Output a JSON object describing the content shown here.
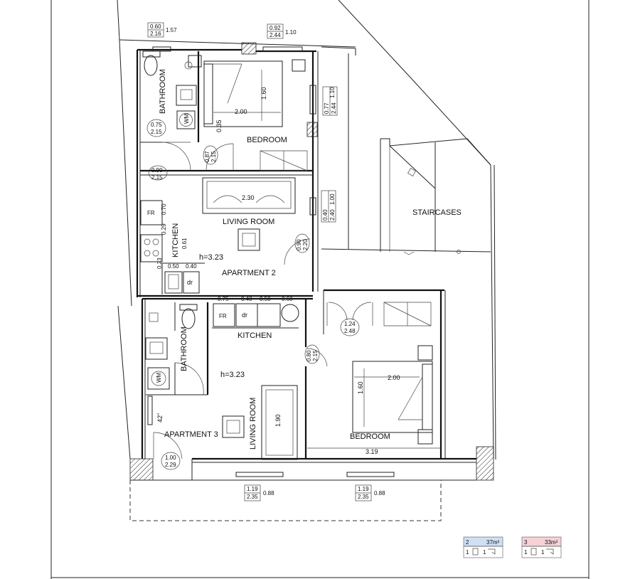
{
  "rooms": {
    "bedroom_top": "BEDROOM",
    "bathroom_top": "BATHROOM",
    "living_top": "LIVING ROOM",
    "kitchen_top": "KITCHEN",
    "apartment_2": "APARTMENT 2",
    "height_2": "h=3.23",
    "staircases": "STAIRCASES",
    "kitchen_bottom": "KITCHEN",
    "bathroom_bottom": "BATHROOM",
    "height_3": "h=3.23",
    "living_bottom": "LIVING ROOM",
    "apartment_3": "APARTMENT 3",
    "bedroom_bottom": "BEDROOM"
  },
  "fixtures": {
    "fridge": "FR",
    "dryer": "dr",
    "washing_machine": "WM"
  },
  "openings": {
    "win_top_left": {
      "a": "0.60",
      "b": "2.16",
      "c": "1.57"
    },
    "win_top_mid": {
      "a": "0.92",
      "b": "2.44",
      "c": "1.10"
    },
    "win_right_top": {
      "a": "0.77",
      "b": "2.44",
      "c": "1.10"
    },
    "win_right_mid": {
      "a": "0.40",
      "b": "2.40",
      "c": "1.00"
    },
    "door_bath_top": {
      "a": "0.75",
      "b": "2.15"
    },
    "door_bed_top": {
      "a": "0.87",
      "b": "2.15"
    },
    "door_ent_2": {
      "a": "0.90",
      "b": "2.15"
    },
    "door_living_2": {
      "a": "0.90",
      "b": "2.20"
    },
    "door_bed_bottom": {
      "a": "1.24",
      "b": "2.48"
    },
    "door_bed_b2": {
      "a": "0.80",
      "b": "2.15"
    },
    "door_ent_3": {
      "a": "1.00",
      "b": "2.29"
    },
    "win_bottom_left": {
      "a": "1.19",
      "b": "2.35",
      "c": "0.88"
    },
    "win_bottom_right": {
      "a": "1.19",
      "b": "2.35",
      "c": "0.88"
    }
  },
  "dimensions": {
    "bed_top_w": "2.00",
    "bed_top_l": "1.60",
    "bed_top_small": "0.35",
    "sofa_top": "2.30",
    "kitchen_v1": "0.70",
    "kitchen_v2": "0.29",
    "kitchen_v3": "0.61",
    "kitchen_v4": "0.23",
    "kitchen_h1": "0.50",
    "kitchen_h2": "0.40",
    "kit3_1": "0.75",
    "kit3_2": "0.40",
    "kit3_3": "0.50",
    "kit3_4": "0.60",
    "sofa_bottom": "1.90",
    "window_42": "42\"",
    "bed_bottom_w": "2.00",
    "bed_bottom_l": "1.60",
    "bed_bottom_room": "3.19"
  },
  "legend": [
    {
      "num": "2",
      "area": "37m²",
      "row": "1",
      "row2": "1",
      "color": "#cfe0f4"
    },
    {
      "num": "3",
      "area": "33m²",
      "row": "1",
      "row2": "1",
      "color": "#f6d2d6"
    }
  ]
}
